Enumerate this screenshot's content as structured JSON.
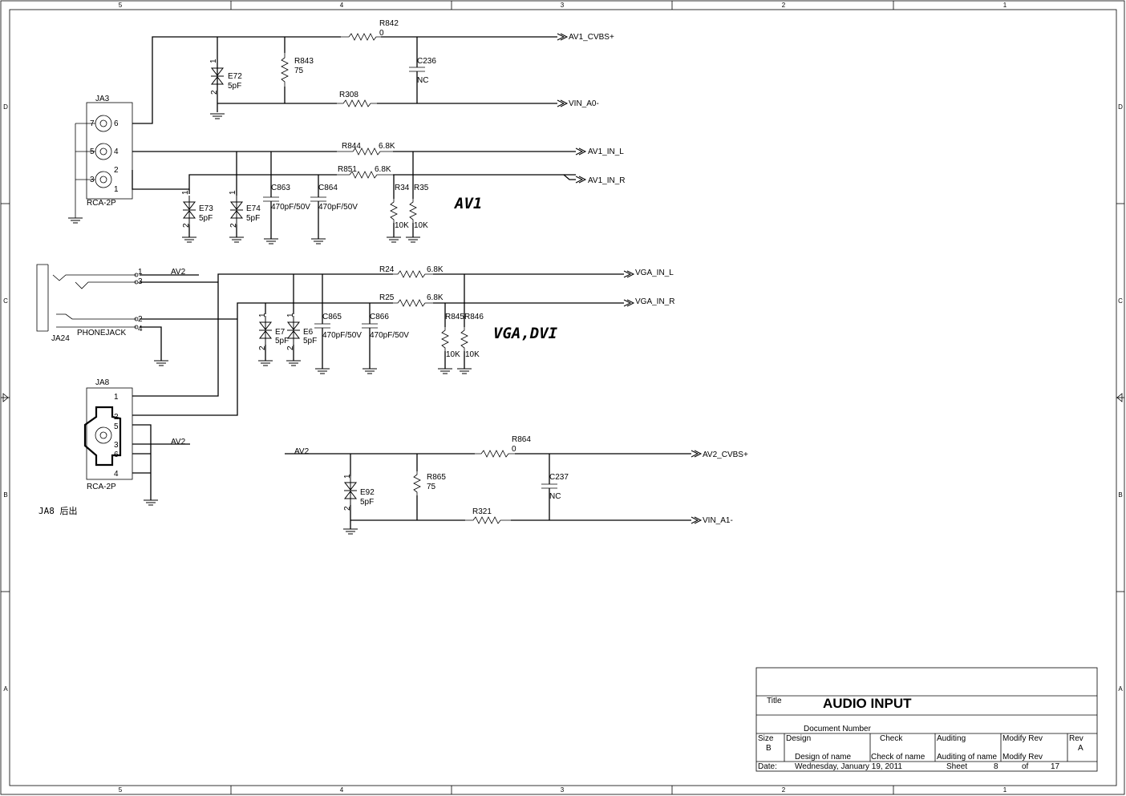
{
  "title_block": {
    "title_label": "Title",
    "title": "AUDIO INPUT",
    "doc_number_label": "Document Number",
    "size_label": "Size",
    "size": "B",
    "design_label": "Design",
    "design_value": "Design of name",
    "check_label": "Check",
    "check_value": "Check  of  name",
    "auditing_label": "Auditing",
    "auditing_value": "Auditing of name",
    "modify_rev_label": "Modify Rev",
    "modify_rev_value": "Modify Rev",
    "rev_label": "Rev",
    "rev": "A",
    "date_label": "Date:",
    "date": "Wednesday, January 19, 2011",
    "sheet_label": "Sheet",
    "sheet_num": "8",
    "of_label": "of",
    "sheet_total": "17"
  },
  "zones": {
    "columns": [
      "5",
      "4",
      "3",
      "2",
      "1"
    ],
    "rows": [
      "D",
      "C",
      "B",
      "A"
    ]
  },
  "section_labels": {
    "av1": "AV1",
    "vga_dvi": "VGA,DVI",
    "ja8_note": "JA8 后出"
  },
  "nets": {
    "av1_cvbs": "AV1_CVBS+",
    "vin_a0": "VIN_A0-",
    "av1_in_l": "AV1_IN_L",
    "av1_in_r": "AV1_IN_R",
    "vga_in_l": "VGA_IN_L",
    "vga_in_r": "VGA_IN_R",
    "av2_cvbs": "AV2_CVBS+",
    "vin_a1": "VIN_A1-",
    "av2_a": "AV2",
    "av2_b": "AV2",
    "av2_c": "AV2"
  },
  "connectors": {
    "ja3": {
      "ref": "JA3",
      "type": "RCA-2P",
      "pins": [
        "7",
        "6",
        "5",
        "4",
        "3",
        "2",
        "1"
      ]
    },
    "ja24": {
      "ref": "JA24",
      "type": "PHONEJACK",
      "pins": [
        "1",
        "3",
        "2",
        "4"
      ]
    },
    "ja8": {
      "ref": "JA8",
      "type": "RCA-2P",
      "pins": [
        "1",
        "2",
        "5",
        "3",
        "6",
        "4"
      ]
    }
  },
  "components": {
    "r842": {
      "ref": "R842",
      "value": "0"
    },
    "r843": {
      "ref": "R843",
      "value": "75"
    },
    "e72": {
      "ref": "E72",
      "value": "5pF",
      "pin1": "1",
      "pin2": "2"
    },
    "c236": {
      "ref": "C236",
      "value": "NC"
    },
    "r308": {
      "ref": "R308",
      "value": ""
    },
    "r844": {
      "ref": "R844",
      "value": "6.8K"
    },
    "r851": {
      "ref": "R851",
      "value": "6.8K"
    },
    "e73": {
      "ref": "E73",
      "value": "5pF",
      "pin1": "1",
      "pin2": "2"
    },
    "e74": {
      "ref": "E74",
      "value": "5pF",
      "pin1": "1",
      "pin2": "2"
    },
    "c863": {
      "ref": "C863",
      "value": "470pF/50V"
    },
    "c864": {
      "ref": "C864",
      "value": "470pF/50V"
    },
    "r34": {
      "ref": "R34",
      "value": "10K"
    },
    "r35": {
      "ref": "R35",
      "value": "10K"
    },
    "r24": {
      "ref": "R24",
      "value": "6.8K"
    },
    "r25": {
      "ref": "R25",
      "value": "6.8K"
    },
    "e7": {
      "ref": "E7",
      "value": "5pF",
      "pin1": "1",
      "pin2": "2"
    },
    "e6": {
      "ref": "E6",
      "value": "5pF",
      "pin1": "1",
      "pin2": "2"
    },
    "c865": {
      "ref": "C865",
      "value": "470pF/50V"
    },
    "c866": {
      "ref": "C866",
      "value": "470pF/50V"
    },
    "r845": {
      "ref": "R845",
      "value": "10K"
    },
    "r846": {
      "ref": "R846",
      "value": "10K"
    },
    "r864": {
      "ref": "R864",
      "value": "0"
    },
    "r865": {
      "ref": "R865",
      "value": "75"
    },
    "e92": {
      "ref": "E92",
      "value": "5pF",
      "pin1": "1",
      "pin2": "2"
    },
    "c237": {
      "ref": "C237",
      "value": "NC"
    },
    "r321": {
      "ref": "R321",
      "value": ""
    }
  }
}
